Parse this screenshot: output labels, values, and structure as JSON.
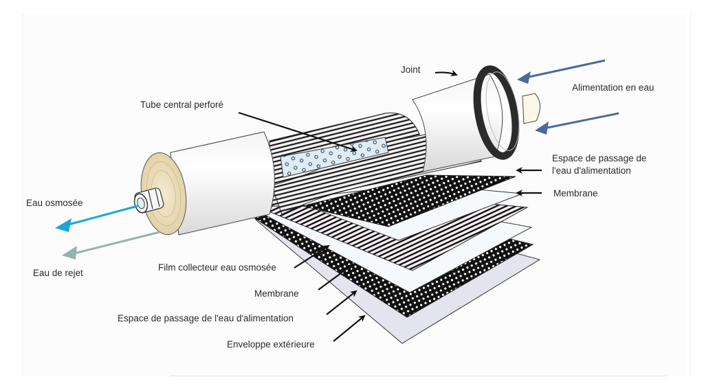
{
  "title": "Structure d'un module membrane d'osmose inverse spiralé",
  "labels": {
    "joint": "Joint",
    "feed_water": "Alimentation en eau",
    "perforated_tube": "Tube central perforé",
    "feed_spacer_top_line1": "Espace de passage de",
    "feed_spacer_top_line2": "l'eau d'alimentation",
    "membrane_top": "Membrane",
    "permeate": "Eau osmosée",
    "reject": "Eau de rejet",
    "permeate_collector": "Film collecteur eau osmosée",
    "membrane_bottom": "Membrane",
    "feed_spacer_bottom": "Espace de passage de l'eau d'alimentation",
    "outer_wrap": "Enveloppe extérieure"
  },
  "colors": {
    "feed_arrow": "#4a6a9c",
    "permeate_arrow": "#1aa8d8",
    "reject_arrow": "#8fb5ad",
    "joint_ring": "#2b2b2b",
    "end_cap": "#e9dcb8",
    "tube_fill": "#dceefa",
    "outer_sheet": "#e4e4ee"
  }
}
